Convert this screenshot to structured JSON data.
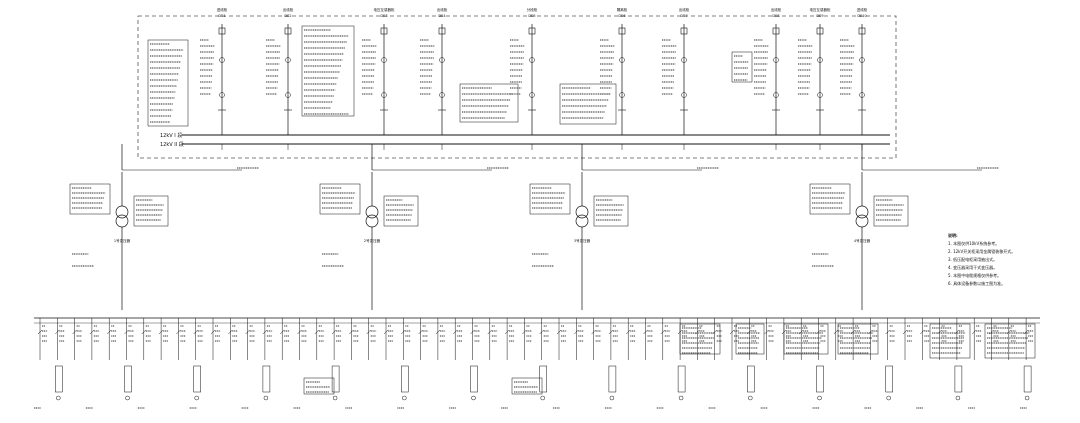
{
  "bus_labels": [
    "12kV I 段",
    "12kV II 段"
  ],
  "top_panels": [
    {
      "no": "DE1",
      "name": "进线柜"
    },
    {
      "no": "DE2",
      "name": "出线柜"
    },
    {
      "no": "DE3",
      "name": "电压互感器柜"
    },
    {
      "no": "DE4",
      "name": "出线柜"
    },
    {
      "no": "DE5",
      "name": "分段柜"
    },
    {
      "no": "DE6",
      "name": "隔离柜"
    },
    {
      "no": "DE7",
      "name": "出线柜"
    },
    {
      "no": "DE8",
      "name": "出线柜"
    },
    {
      "no": "DE9",
      "name": "电压互感器柜"
    },
    {
      "no": "DE10",
      "name": "进线柜"
    }
  ],
  "transformers": [
    {
      "name": "1号变压器"
    },
    {
      "name": "2号变压器"
    },
    {
      "name": "3号变压器"
    },
    {
      "name": "4号变压器"
    }
  ],
  "notes": {
    "title": "说明:",
    "lines": [
      "1. 本图仅供10kV系统参考。",
      "2. 12kV开关柜采用金属铠装移开式。",
      "3. 低压配电柜采用抽出式。",
      "4. 变压器采用干式变压器。",
      "5. 本图中电缆规格仅供参考。",
      "6. 具体设备参数以施工图为准。"
    ]
  }
}
